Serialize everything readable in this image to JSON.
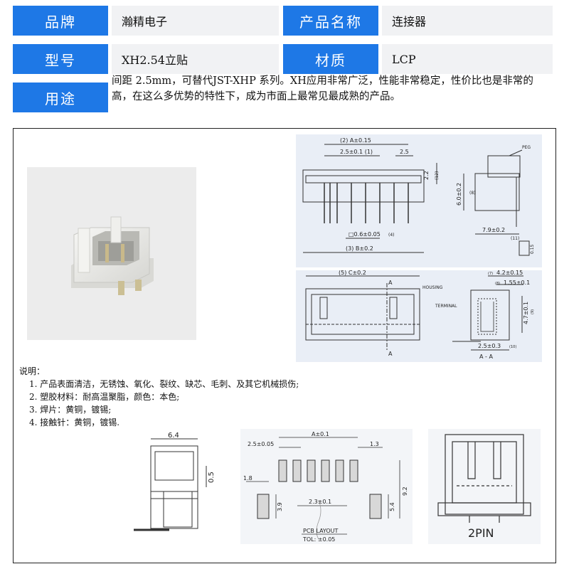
{
  "header": {
    "brand_label": "品牌",
    "brand_value": "瀚精电子",
    "product_label": "产品名称",
    "product_value": "连接器",
    "model_label": "型号",
    "model_value": "XH2.54立贴",
    "material_label": "材质",
    "material_value": "LCP",
    "usage_label": "用途",
    "usage_text": "间距 2.5mm，可替代JST-XHP 系列。XH应用非常广泛，性能非常稳定，性价比也是非常的高，在这么多优势的特性下，成为市面上最常见最成熟的产品。"
  },
  "notes": {
    "title": "说明：",
    "items": [
      "1. 产品表面清洁，无锈蚀、氧化、裂纹、缺芯、毛刺、及其它机械损伤;",
      "2. 塑胶材料：耐高温聚脂，颜色：本色;",
      "3. 焊片：黄铜，镀锡;",
      "4. 接触针：黄铜，镀锡."
    ]
  },
  "drawing_top": {
    "dim_a": "(2) A±0.15",
    "dim_pitch": "2.5±0.1 (1)",
    "dim_end": "2.5",
    "dim_h": "2.2",
    "dim_h_tag": "(12)",
    "dim_pin": "□0.6±0.05",
    "dim_pin_tag": "(4)",
    "dim_b": "(3) B±0.2",
    "peg": "PEG",
    "dim_side_h": "6.0±0.2",
    "dim_side_tag": "(8)",
    "dim_side_w": "7.9±0.2",
    "dim_11": "(11)",
    "dim_015": "0.15"
  },
  "drawing_bottom": {
    "dim_c": "(5) C±0.2",
    "section_a": "A",
    "housing": "HOUSING",
    "terminal": "TERMINAL",
    "dim_42": "4.2±0.15",
    "dim_42_tag": "(7)",
    "dim_155": "1.55±0.1",
    "dim_155_tag": "(8)",
    "dim_47": "4.7±0.1",
    "dim_47_tag": "(9)",
    "dim_25": "2.5±0.3",
    "dim_25_tag": "(10)",
    "section_label": "A - A"
  },
  "drawing_side": {
    "dim_w": "6.4",
    "dim_t": "0.5"
  },
  "drawing_pcb": {
    "dim_a": "A±0.1",
    "dim_pitch": "2.5±0.05",
    "dim_13": "1.3",
    "dim_18": "1.8",
    "dim_39": "3.9",
    "dim_23": "2.3±0.1",
    "dim_54": "5.4",
    "dim_92": "9.2",
    "layout": "PCB LAYOUT",
    "tol": "TOL: ±0.05"
  },
  "drawing_2pin": {
    "label": "2PIN"
  },
  "colors": {
    "label_bg": "#1e78e6",
    "value_bg": "#f1f2f4",
    "panel_bg": "#e9eef6"
  }
}
